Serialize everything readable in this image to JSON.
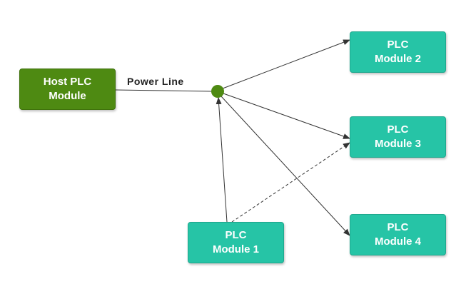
{
  "diagram": {
    "host": {
      "line1": "Host PLC",
      "line2": "Module"
    },
    "link_label": "Power Line",
    "modules": [
      {
        "line1": "PLC",
        "line2": "Module 1"
      },
      {
        "line1": "PLC",
        "line2": "Module 2"
      },
      {
        "line1": "PLC",
        "line2": "Module 3"
      },
      {
        "line1": "PLC",
        "line2": "Module 4"
      }
    ],
    "colors": {
      "host": "#4e8a12",
      "module": "#26c4a6",
      "hub": "#4e8a12",
      "line": "#333333"
    },
    "connections": [
      {
        "from": "host",
        "to": "hub",
        "style": "solid",
        "arrow": false
      },
      {
        "from": "hub",
        "to": "module-2",
        "style": "solid",
        "arrow": true
      },
      {
        "from": "hub",
        "to": "module-3",
        "style": "solid",
        "arrow": true
      },
      {
        "from": "hub",
        "to": "module-4",
        "style": "solid",
        "arrow": true
      },
      {
        "from": "module-1",
        "to": "hub",
        "style": "solid",
        "arrow": true
      },
      {
        "from": "module-1",
        "to": "module-3",
        "style": "dashed",
        "arrow": true
      }
    ]
  }
}
